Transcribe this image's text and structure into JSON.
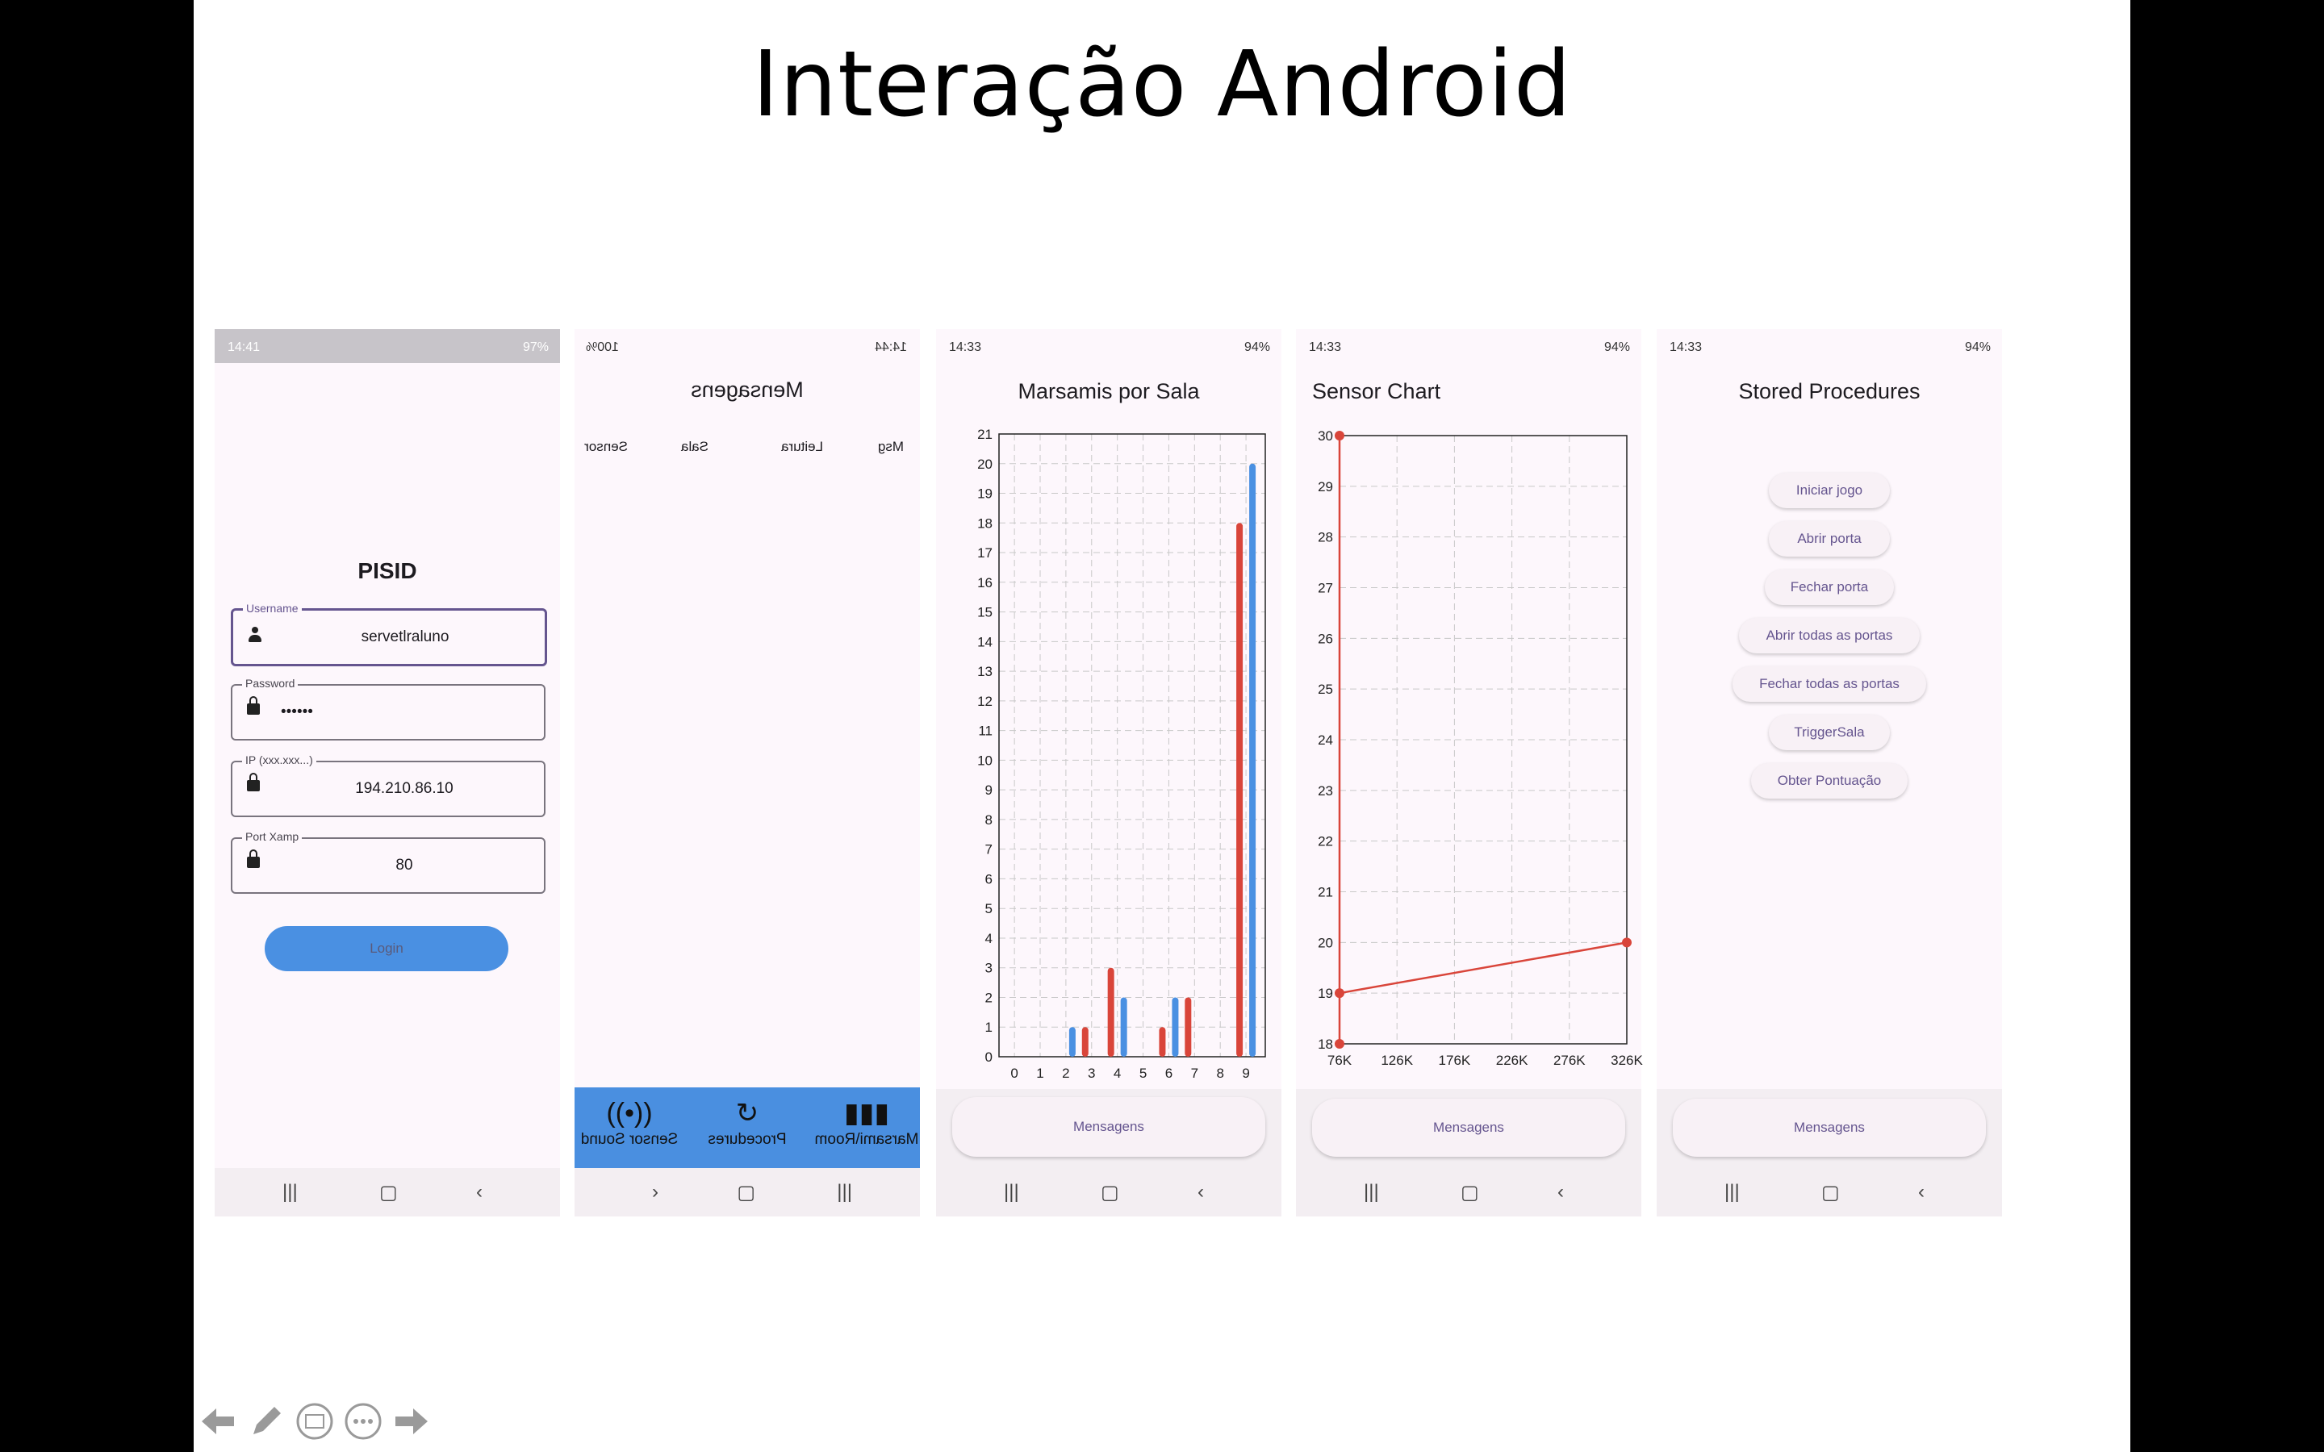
{
  "slide_title": "Interação Android",
  "phones": {
    "login": {
      "time": "14:41",
      "battery": "97%",
      "title": "PISID",
      "username_label": "Username",
      "username_value": "servetlraluno",
      "password_label": "Password",
      "password_value": "••••••",
      "ip_label": "IP (xxx.xxx...)",
      "ip_value": "194.210.86.10",
      "port_label": "Port Xamp",
      "port_value": "80",
      "login_button": "Login"
    },
    "mensagens": {
      "time": "14:44",
      "battery": "100%",
      "title": "Mensagens",
      "columns": [
        "Msg",
        "Leitura",
        "Sala",
        "Sensor"
      ],
      "tabs": [
        "Marsami\\Room",
        "Procedures",
        "Sensor Sound"
      ]
    },
    "marsamis": {
      "time": "14:33",
      "battery": "94%",
      "title": "Marsamis por Sala",
      "button": "Mensagens"
    },
    "sensor": {
      "time": "14:33",
      "battery": "94%",
      "title": "Sensor Chart",
      "button": "Mensagens"
    },
    "procedures": {
      "time": "14:33",
      "battery": "94%",
      "title": "Stored Procedures",
      "buttons": [
        "Iniciar jogo",
        "Abrir porta",
        "Fechar porta",
        "Abrir todas as portas",
        "Fechar todas as portas",
        "TriggerSala",
        "Obter Pontuação"
      ],
      "button": "Mensagens"
    }
  },
  "colors": {
    "red": "#d9453a",
    "blue": "#4a90e2",
    "accent": "#65558f"
  },
  "chart_data": [
    {
      "type": "bar",
      "title": "Marsamis por Sala",
      "categories": [
        "0",
        "1",
        "2",
        "3",
        "4",
        "5",
        "6",
        "7",
        "8",
        "9"
      ],
      "series": [
        {
          "color": "#d9453a",
          "values": [
            0,
            0,
            0,
            1,
            3,
            0,
            1,
            2,
            0,
            18
          ]
        },
        {
          "color": "#4a90e2",
          "values": [
            0,
            0,
            1,
            0,
            2,
            0,
            2,
            0,
            0,
            20
          ]
        }
      ],
      "ylim": [
        0,
        21
      ],
      "grid": true
    },
    {
      "type": "line",
      "title": "Sensor Chart",
      "x_ticks": [
        "76K",
        "126K",
        "176K",
        "226K",
        "276K",
        "326K"
      ],
      "xlim": [
        76000,
        326000
      ],
      "ylim": [
        18,
        30
      ],
      "series": [
        {
          "color": "#d9453a",
          "x": [
            76000,
            76000,
            76000,
            326000
          ],
          "y": [
            30,
            18,
            19,
            20
          ]
        }
      ],
      "grid": true
    }
  ]
}
